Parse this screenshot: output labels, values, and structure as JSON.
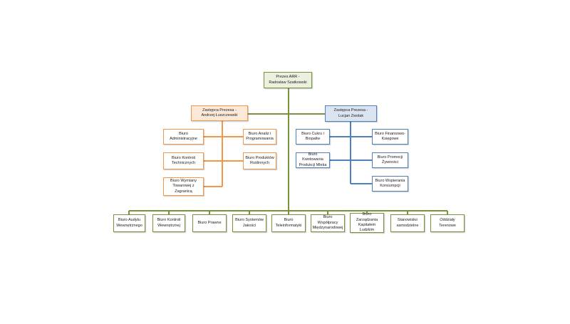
{
  "diagram": {
    "president": "Prezes ARR -\nRadosław Szatkowski",
    "deputy_left": {
      "title": "Zastępca Prezesa -\nAndrzej Łuszczewski",
      "units": [
        "Biuro\nAdministracyjne",
        "Biuro Analiz i\nProgramowania",
        "Biuro Kontroli\nTechnicznych",
        "Biuro Produktów\nRoślinnych",
        "Biuro Wymiany\nTowarowej z\nZagranicą"
      ]
    },
    "deputy_right": {
      "title": "Zastępca Prezesa -\nLucjan Zwolak",
      "units": [
        "Biuro Cukru i\nBiopaliw",
        "Biuro Finansowo-\nKsięgowe",
        "Biuro Kwotowania\nProdukcji Mleka",
        "Biuro Promocji\nŻywności",
        "Biuro Wspierania\nKonsumpcji"
      ]
    },
    "bottom_units": [
      "Biuro Audytu\nWewnętrznego",
      "Biuro Kontroli\nWewnętrznej",
      "Biuro Prawne",
      "Biuro Systemów\nJakości",
      "Biuro\nTeleinformatyki",
      "Biuro Współpracy\nMiędzynarodowej",
      "Biuro Zarządzania\nKapitałem\nLudzkim",
      "Stanowisko\nsamodzielne",
      "Oddziały\nTerenowe"
    ],
    "colors": {
      "green": "#77933c",
      "green_fill": "#ebf1de",
      "orange": "#f79646",
      "orange_fill": "#fde9d9",
      "blue": "#4f81bd",
      "blue_fill": "#dbe5f1"
    }
  }
}
